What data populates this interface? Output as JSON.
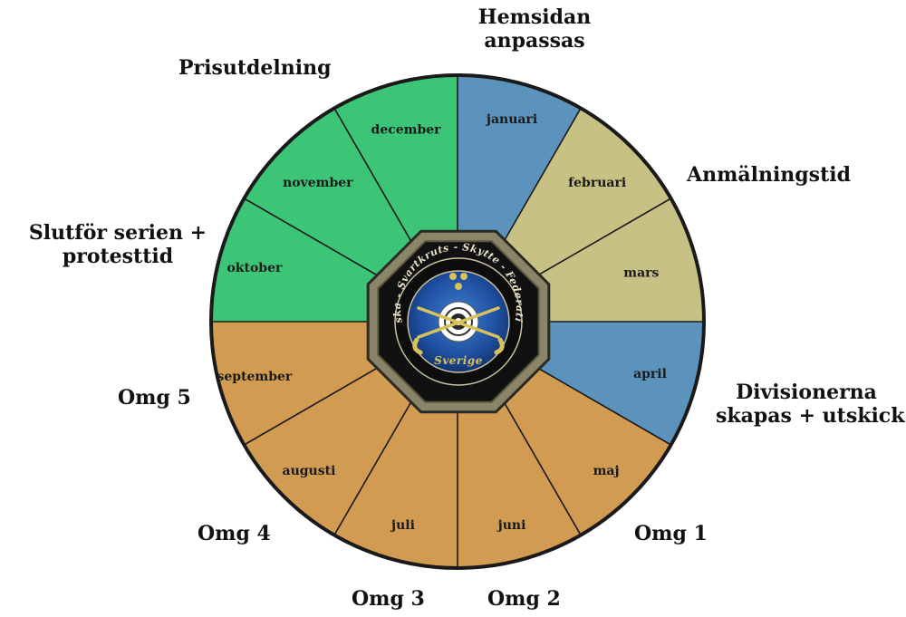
{
  "diagram": {
    "months": [
      {
        "name": "januari",
        "color": "#5b93bd"
      },
      {
        "name": "februari",
        "color": "#c7c183"
      },
      {
        "name": "mars",
        "color": "#c7c183"
      },
      {
        "name": "april",
        "color": "#5b93bd"
      },
      {
        "name": "maj",
        "color": "#d19b52"
      },
      {
        "name": "juni",
        "color": "#d19b52"
      },
      {
        "name": "juli",
        "color": "#d19b52"
      },
      {
        "name": "augusti",
        "color": "#d19b52"
      },
      {
        "name": "september",
        "color": "#d19b52"
      },
      {
        "name": "oktober",
        "color": "#3cc477"
      },
      {
        "name": "november",
        "color": "#3cc477"
      },
      {
        "name": "december",
        "color": "#3cc477"
      }
    ],
    "phases": {
      "hemsidan": [
        "Hemsidan",
        "anpassas"
      ],
      "anmalningstid": "Anmälningstid",
      "divisionerna": [
        "Divisionerna",
        "skapas + utskick"
      ],
      "omg1": "Omg 1",
      "omg2": "Omg 2",
      "omg3": "Omg 3",
      "omg4": "Omg 4",
      "omg5": "Omg 5",
      "slutfor": [
        "Slutför serien +",
        "protesttid"
      ],
      "prisutdelning": "Prisutdelning"
    },
    "seal": {
      "ring_text": "Svenska - Svartkruts - Skytte - Federationen",
      "bottom_text": "Sverige"
    }
  }
}
